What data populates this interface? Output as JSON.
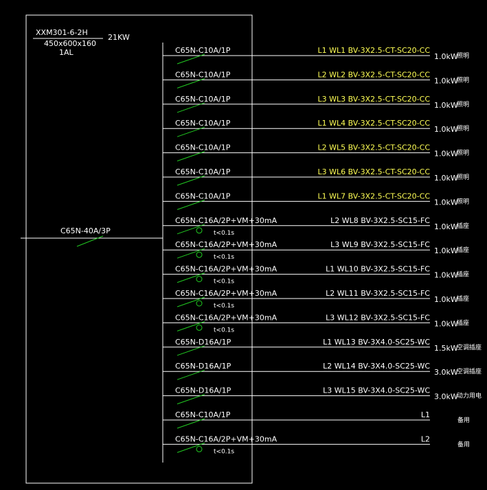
{
  "panel": {
    "model": "XXM301-6-2H",
    "size": "450x600x160",
    "name": "1AL",
    "power": "21KW",
    "main_breaker": "C65N-40A/3P"
  },
  "colors": {
    "yellow": "#ffff55",
    "green": "#22cc22",
    "white": "#ffffff",
    "background": "#000000"
  },
  "circuits": [
    {
      "breaker": "C65N-C10A/1P",
      "rcd": "",
      "phase": "L1",
      "id": "WL1",
      "cable": "BV-3X2.5-CT-SC20-CC",
      "power": "1.0kW",
      "use": "照明",
      "yellow": true
    },
    {
      "breaker": "C65N-C10A/1P",
      "rcd": "",
      "phase": "L2",
      "id": "WL2",
      "cable": "BV-3X2.5-CT-SC20-CC",
      "power": "1.0kW",
      "use": "照明",
      "yellow": true
    },
    {
      "breaker": "C65N-C10A/1P",
      "rcd": "",
      "phase": "L3",
      "id": "WL3",
      "cable": "BV-3X2.5-CT-SC20-CC",
      "power": "1.0kW",
      "use": "照明",
      "yellow": true
    },
    {
      "breaker": "C65N-C10A/1P",
      "rcd": "",
      "phase": "L1",
      "id": "WL4",
      "cable": "BV-3X2.5-CT-SC20-CC",
      "power": "1.0kW",
      "use": "照明",
      "yellow": true
    },
    {
      "breaker": "C65N-C10A/1P",
      "rcd": "",
      "phase": "L2",
      "id": "WL5",
      "cable": "BV-3X2.5-CT-SC20-CC",
      "power": "1.0kW",
      "use": "照明",
      "yellow": true
    },
    {
      "breaker": "C65N-C10A/1P",
      "rcd": "",
      "phase": "L3",
      "id": "WL6",
      "cable": "BV-3X2.5-CT-SC20-CC",
      "power": "1.0kW",
      "use": "照明",
      "yellow": true
    },
    {
      "breaker": "C65N-C10A/1P",
      "rcd": "",
      "phase": "L1",
      "id": "WL7",
      "cable": "BV-3X2.5-CT-SC20-CC",
      "power": "1.0kW",
      "use": "照明",
      "yellow": true
    },
    {
      "breaker": "C65N-C16A/2P+VM+30mA",
      "rcd": "t<0.1s",
      "phase": "L2",
      "id": "WL8",
      "cable": "BV-3X2.5-SC15-FC",
      "power": "1.0kW",
      "use": "插座",
      "yellow": false
    },
    {
      "breaker": "C65N-C16A/2P+VM+30mA",
      "rcd": "t<0.1s",
      "phase": "L3",
      "id": "WL9",
      "cable": "BV-3X2.5-SC15-FC",
      "power": "1.0kW",
      "use": "插座",
      "yellow": false
    },
    {
      "breaker": "C65N-C16A/2P+VM+30mA",
      "rcd": "t<0.1s",
      "phase": "L1",
      "id": "WL10",
      "cable": "BV-3X2.5-SC15-FC",
      "power": "1.0kW",
      "use": "插座",
      "yellow": false
    },
    {
      "breaker": "C65N-C16A/2P+VM+30mA",
      "rcd": "t<0.1s",
      "phase": "L2",
      "id": "WL11",
      "cable": "BV-3X2.5-SC15-FC",
      "power": "1.0kW",
      "use": "插座",
      "yellow": false
    },
    {
      "breaker": "C65N-C16A/2P+VM+30mA",
      "rcd": "t<0.1s",
      "phase": "L3",
      "id": "WL12",
      "cable": "BV-3X2.5-SC15-FC",
      "power": "1.0kW",
      "use": "插座",
      "yellow": false
    },
    {
      "breaker": "C65N-D16A/1P",
      "rcd": "",
      "phase": "L1",
      "id": "WL13",
      "cable": "BV-3X4.0-SC25-WC",
      "power": "1.5kW",
      "use": "空调插座",
      "yellow": false
    },
    {
      "breaker": "C65N-D16A/1P",
      "rcd": "",
      "phase": "L2",
      "id": "WL14",
      "cable": "BV-3X4.0-SC25-WC",
      "power": "3.0kW",
      "use": "空调插座",
      "yellow": false
    },
    {
      "breaker": "C65N-D16A/1P",
      "rcd": "",
      "phase": "L3",
      "id": "WL15",
      "cable": "BV-3X4.0-SC25-WC",
      "power": "3.0kW",
      "use": "动力用电",
      "yellow": false
    },
    {
      "breaker": "C65N-C10A/1P",
      "rcd": "",
      "phase": "L1",
      "id": "",
      "cable": "",
      "power": "",
      "use": "备用",
      "yellow": false
    },
    {
      "breaker": "C65N-C16A/2P+VM+30mA",
      "rcd": "t<0.1s",
      "phase": "L2",
      "id": "",
      "cable": "",
      "power": "",
      "use": "备用",
      "yellow": false
    }
  ]
}
